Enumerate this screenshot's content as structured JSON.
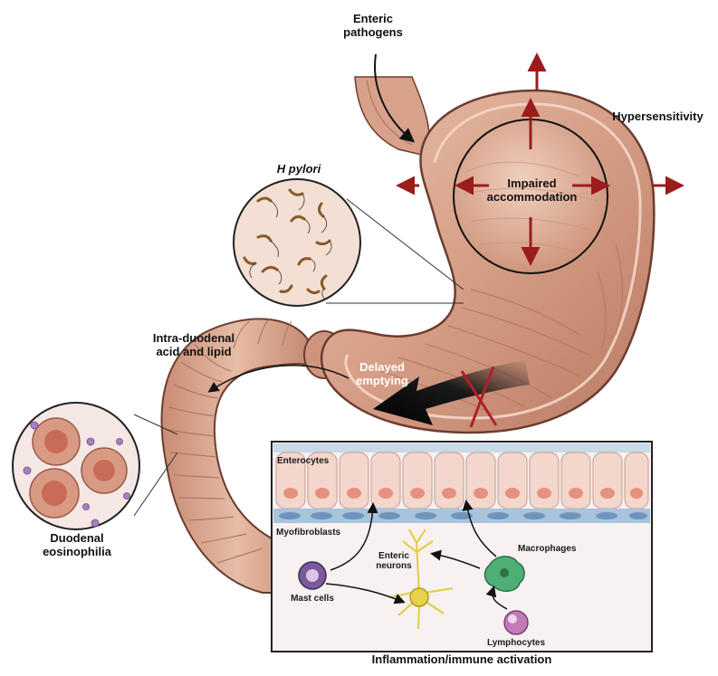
{
  "labels": {
    "enteric_pathogens": "Enteric\npathogens",
    "hypersensitivity": "Hypersensitivity",
    "impaired_accommodation": "Impaired\naccommodation",
    "h_pylori": "H pylori",
    "intra_duodenal": "Intra-duodenal\nacid and lipid",
    "delayed_emptying": "Delayed\nemptying",
    "duodenal_eosinophilia": "Duodenal\neosinophilia",
    "enterocytes": "Enterocytes",
    "myofibroblasts": "Myofibroblasts",
    "macrophages": "Macrophages",
    "enteric_neurons": "Enteric\nneurons",
    "mast_cells": "Mast cells",
    "lymphocytes": "Lymphocytes",
    "inflammation": "Inflammation/immune activation"
  },
  "colors": {
    "stomach_wall": "#b97a63",
    "stomach_light": "#e9c3ae",
    "arrow_red": "#9c1b1b",
    "inset_bg": "#f5ece9",
    "mucosa_blue": "#aac6de",
    "mast_cell": "#6b4a8a",
    "macrophage": "#3f9a62",
    "lymphocyte": "#b065a5",
    "neuron": "#e4cc3a"
  },
  "icons": {
    "h_pylori_inset": "bacteria-magnifier-icon",
    "eosinophilia_inset": "cells-magnifier-icon",
    "block_mark": "x-cross-icon"
  }
}
